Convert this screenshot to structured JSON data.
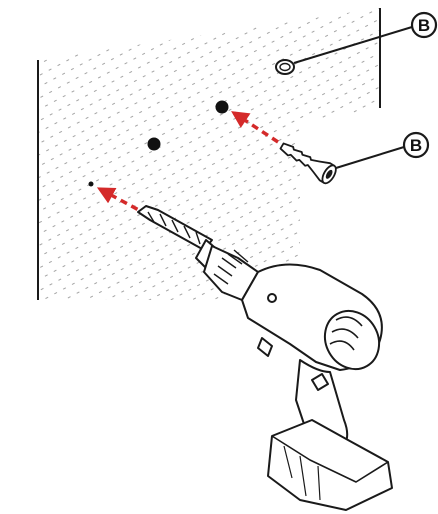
{
  "figure": {
    "description_labels": {
      "callout_top": "B",
      "callout_mid": "B"
    },
    "colors": {
      "line": "#1a1a1a",
      "arrow": "#d42a2a",
      "dots": "#8c8c8c",
      "fill": "#ffffff"
    },
    "icons": [
      "wall-surface",
      "drill-icon",
      "wall-anchor-icon",
      "washer-icon",
      "drill-bit-icon"
    ]
  }
}
